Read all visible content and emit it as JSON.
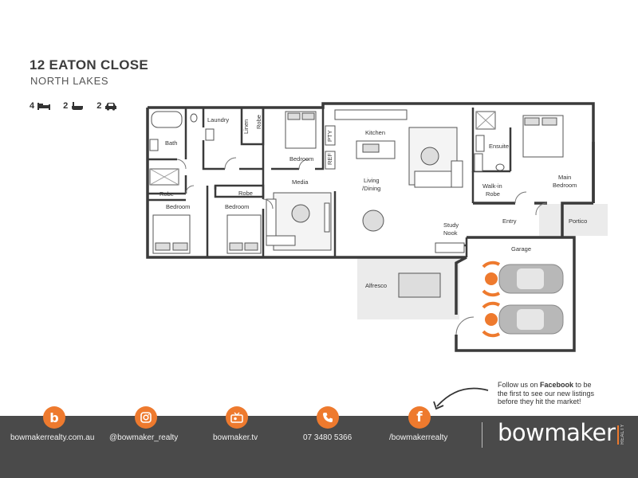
{
  "listing": {
    "title": "12 EATON CLOSE",
    "subtitle": "NORTH LAKES",
    "bedrooms": "4",
    "bathrooms": "2",
    "car_spaces": "2"
  },
  "plan": {
    "rooms": {
      "laundry": "Laundry",
      "linen": "Linen",
      "robe_top": "Robe",
      "bath": "Bath",
      "bedroom_top": "Bedroom",
      "kitchen": "Kitchen",
      "pty": "PTY",
      "ref": "REF",
      "ensuite": "Ensuite",
      "main_bedroom_1": "Main",
      "main_bedroom_2": "Bedroom",
      "walkin_1": "Walk-in",
      "walkin_2": "Robe",
      "robe_left": "Robe",
      "robe_mid": "Robe",
      "bedroom_left": "Bedroom",
      "bedroom_mid": "Bedroom",
      "media": "Media",
      "living_1": "Living",
      "living_2": "/Dining",
      "study_1": "Study",
      "study_2": "Nook",
      "entry": "Entry",
      "portico": "Portico",
      "garage": "Garage",
      "alfresco": "Alfresco"
    }
  },
  "social_note": {
    "line1_pre": "Follow us on ",
    "line1_bold": "Facebook",
    "line1_post": " to be",
    "line2": "the first to see our new listings",
    "line3": "before they hit the market!"
  },
  "footer": {
    "website": "bowmakerrealty.com.au",
    "instagram": "@bowmaker_realty",
    "tv": "bowmaker.tv",
    "phone": "07 3480 5366",
    "facebook": "/bowmakerrealty",
    "brand": "bowmaker",
    "brand_sub": "REALTY"
  },
  "colors": {
    "accent": "#ee7a2e",
    "footer_bg": "#4a4a4a",
    "wall": "#3a3a3a",
    "outdoor": "#ebebeb"
  }
}
